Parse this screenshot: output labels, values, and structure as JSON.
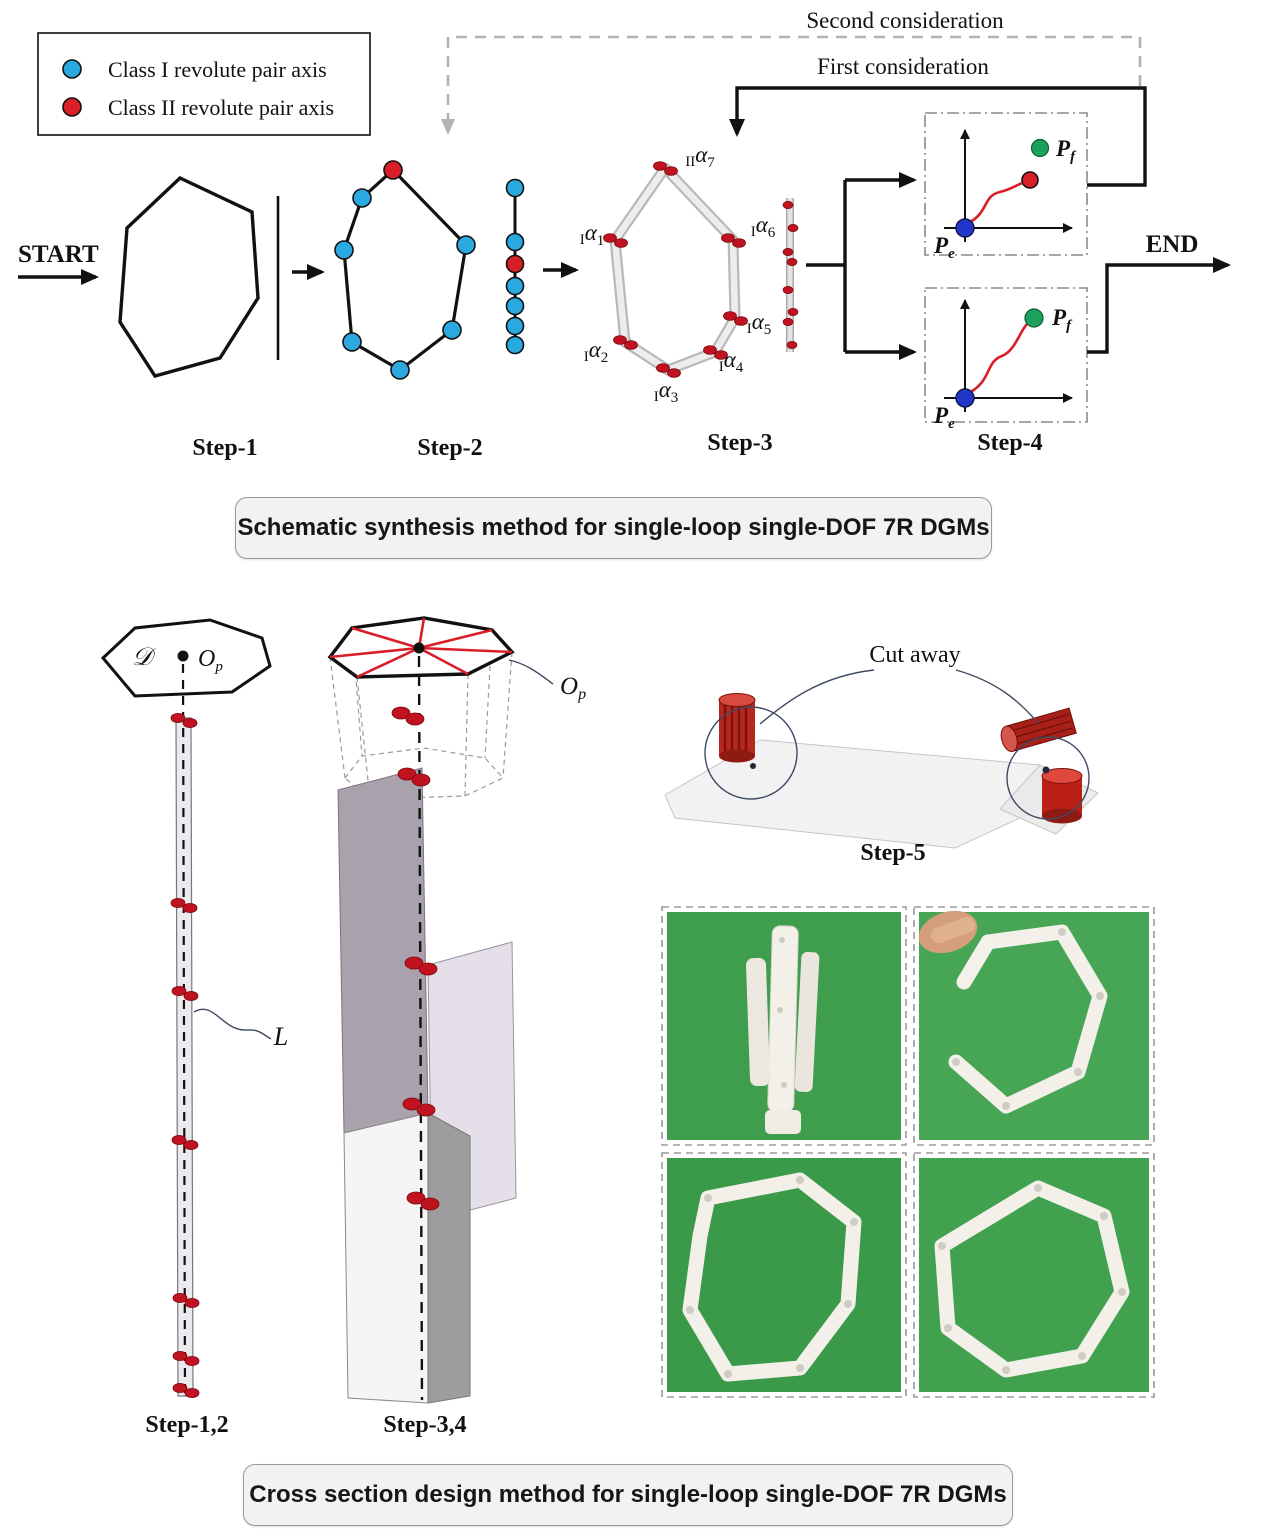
{
  "legend": {
    "class1_label": "Class I revolute pair axis",
    "class2_label": "Class II revolute pair axis"
  },
  "flow": {
    "second_consideration": "Second consideration",
    "first_consideration": "First consideration",
    "start_label": "START",
    "end_label": "END",
    "step_labels": [
      "Step-1",
      "Step-2",
      "Step-3",
      "Step-4"
    ],
    "joint_labels": [
      {
        "pre": "II",
        "sym": "α",
        "sub": "7"
      },
      {
        "pre": "I",
        "sym": "α",
        "sub": "1"
      },
      {
        "pre": "I",
        "sym": "α",
        "sub": "2"
      },
      {
        "pre": "I",
        "sym": "α",
        "sub": "3"
      },
      {
        "pre": "I",
        "sym": "α",
        "sub": "4"
      },
      {
        "pre": "I",
        "sym": "α",
        "sub": "5"
      },
      {
        "pre": "I",
        "sym": "α",
        "sub": "6"
      }
    ],
    "pe": {
      "sym": "P",
      "sub": "e"
    },
    "pf": {
      "sym": "P",
      "sub": "f"
    }
  },
  "captions": {
    "schematic": "Schematic synthesis method for  single-loop single-DOF 7R DGMs",
    "cross_section": "Cross section design method for single-loop single-DOF 7R DGMs"
  },
  "design": {
    "step12_label": "Step-1,2",
    "step34_label": "Step-3,4",
    "step5_label": "Step-5",
    "cut_away_label": "Cut away",
    "section_label": "𝒟",
    "op": {
      "sym": "O",
      "sub": "p"
    },
    "length_label": "L"
  },
  "colors": {
    "class1_blue": "#2aa9e1",
    "class2_red": "#da1e28",
    "pe_blue": "#2036c8",
    "pf_green": "#1ca05c",
    "photo_green": "#3fa04e"
  }
}
